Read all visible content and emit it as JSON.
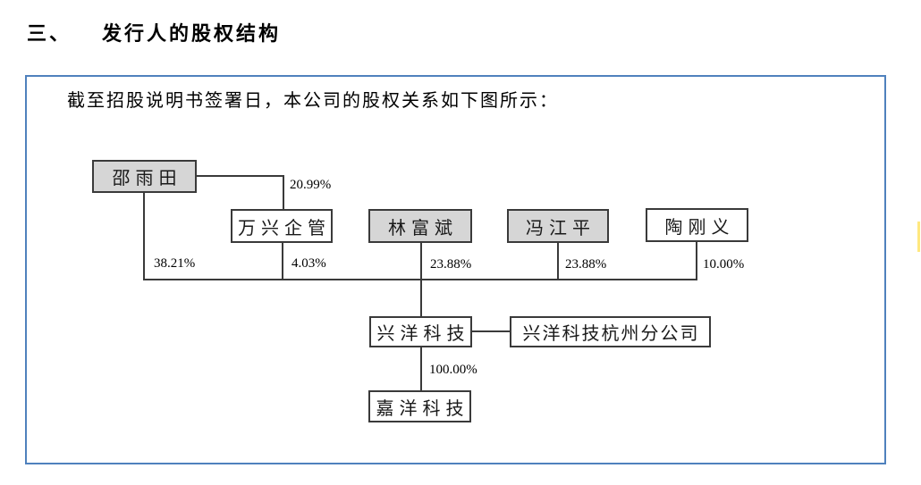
{
  "document": {
    "section_number": "三、",
    "section_title": "发行人的股权结构",
    "intro_text": "截至招股说明书签署日，本公司的股权关系如下图所示："
  },
  "diagram": {
    "type": "equity-structure",
    "nodes": [
      {
        "label": "邵雨田",
        "shaded": true
      },
      {
        "label": "万兴企管",
        "shaded": false
      },
      {
        "label": "林富斌",
        "shaded": true
      },
      {
        "label": "冯江平",
        "shaded": true
      },
      {
        "label": "陶刚义",
        "shaded": false
      },
      {
        "label": "兴洋科技",
        "shaded": false
      },
      {
        "label": "兴洋科技杭州分公司",
        "shaded": false
      },
      {
        "label": "嘉洋科技",
        "shaded": false
      }
    ],
    "edges": [
      {
        "from": "邵雨田",
        "to": "万兴企管",
        "pct": "20.99%"
      },
      {
        "from": "邵雨田",
        "to": "兴洋科技",
        "pct": "38.21%"
      },
      {
        "from": "万兴企管",
        "to": "兴洋科技",
        "pct": "4.03%"
      },
      {
        "from": "林富斌",
        "to": "兴洋科技",
        "pct": "23.88%"
      },
      {
        "from": "冯江平",
        "to": "兴洋科技",
        "pct": "23.88%"
      },
      {
        "from": "陶刚义",
        "to": "兴洋科技",
        "pct": "10.00%"
      },
      {
        "from": "兴洋科技",
        "to": "嘉洋科技",
        "pct": "100.00%"
      },
      {
        "from": "兴洋科技",
        "to": "兴洋科技杭州分公司",
        "pct": ""
      }
    ]
  },
  "colors": {
    "frame_border": "#4f81bd",
    "node_border": "#3a3a3a",
    "node_fill_shaded": "#d6d6d6",
    "node_fill_plain": "#ffffff",
    "connector_line": "#3a3a3a",
    "highlight_marker": "#ffe87f"
  }
}
